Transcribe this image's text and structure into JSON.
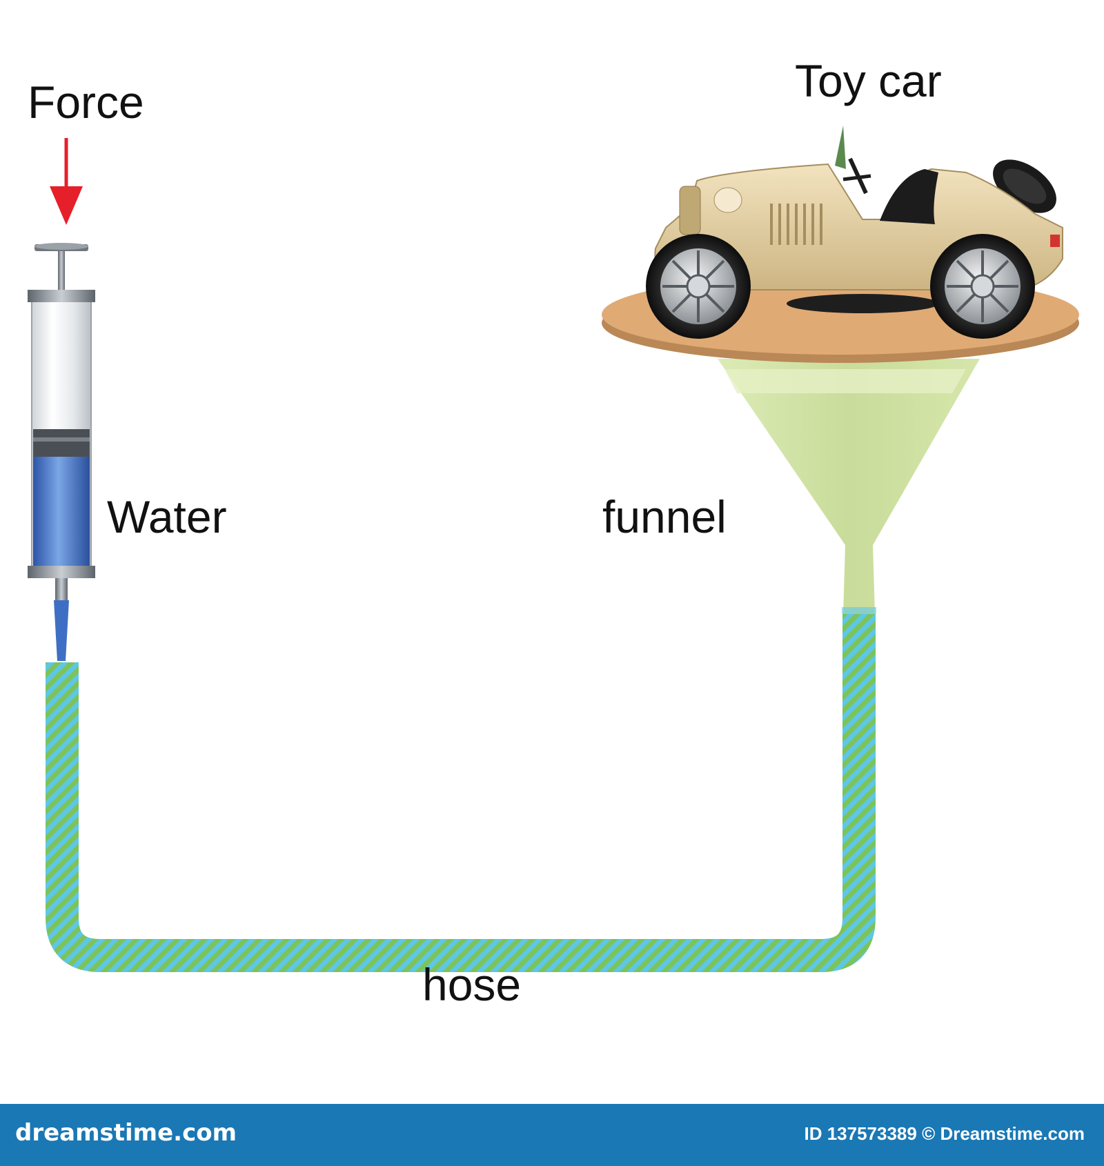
{
  "labels": {
    "force": "Force",
    "water": "Water",
    "funnel": "funnel",
    "toy_car": "Toy car",
    "hose": "hose"
  },
  "colors": {
    "force_arrow": "#e5202a",
    "water": "#3f6fc4",
    "hose_green": "#7cc35a",
    "hose_blue": "#5ec7e6",
    "funnel": "#cfe0a6",
    "platform": "#e0aa74",
    "car_body": "#e8d6ac",
    "footer": "#1a78b4"
  },
  "footer": {
    "brand": "dreamstime.com",
    "id_text": "ID 137573389 © Dreamstime.com"
  }
}
